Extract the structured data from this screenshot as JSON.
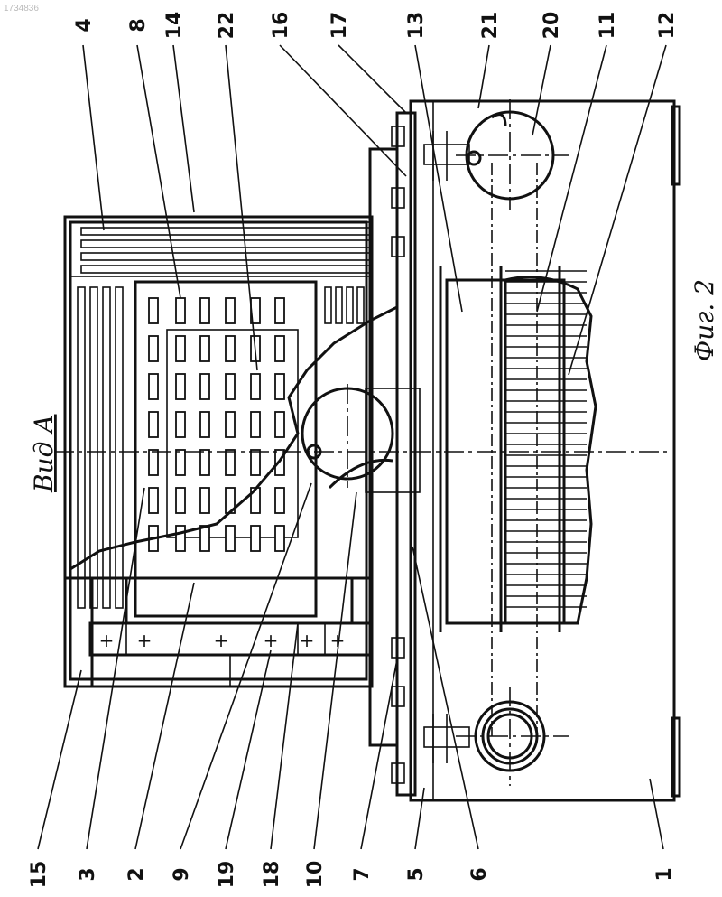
{
  "diagram": {
    "watermark": "1734836",
    "view_title": "Вид А",
    "figure_caption": "Фиг. 2",
    "plus_sign": "+",
    "labels_top": [
      "4",
      "8",
      "14",
      "22",
      "16",
      "17",
      "13",
      "21",
      "20",
      "11",
      "12"
    ],
    "labels_bottom": [
      "15",
      "3",
      "2",
      "9",
      "19",
      "18",
      "10",
      "7",
      "5",
      "6",
      "1"
    ]
  }
}
